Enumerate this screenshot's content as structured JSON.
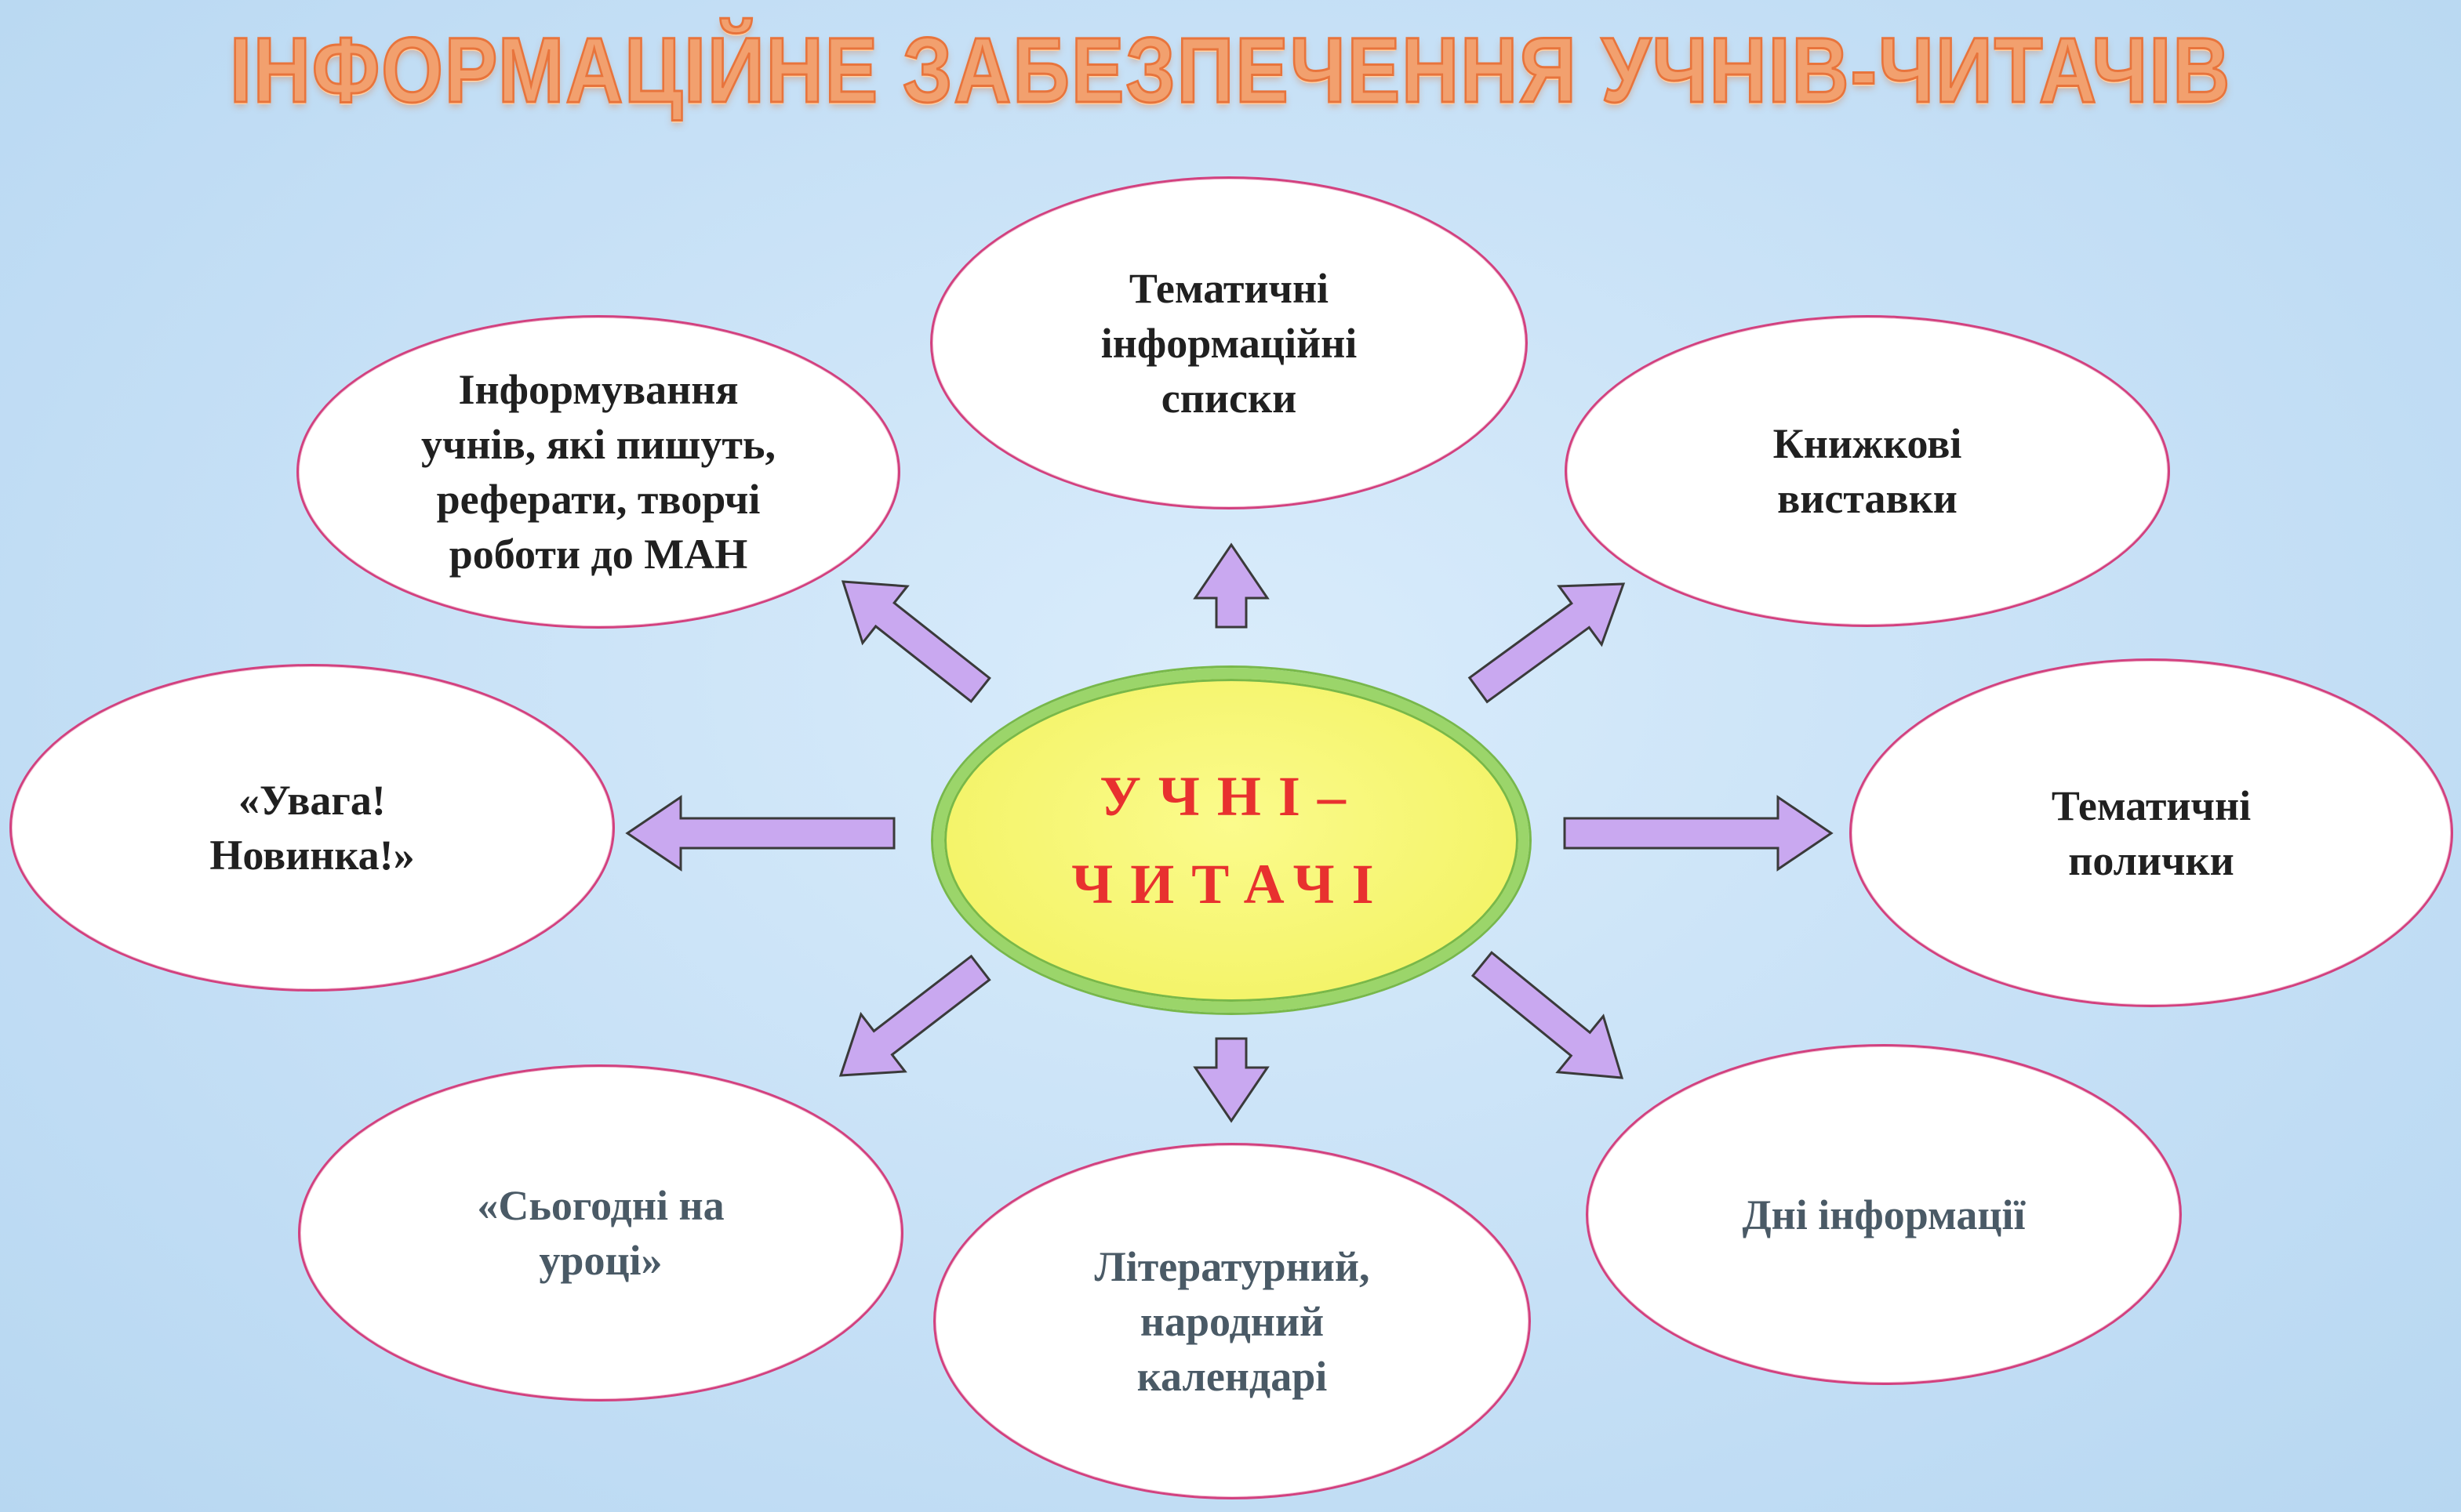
{
  "title": "ІНФОРМАЦІЙНЕ ЗАБЕЗПЕЧЕННЯ УЧНІВ-ЧИТАЧІВ",
  "center": {
    "line1": "УЧНІ–",
    "line2": "ЧИТАЧІ"
  },
  "nodes": {
    "tematychni_spysky": "Тематичні\nінформаційні\nсписки",
    "informuvannia": "Інформування\nучнів, які пишуть,\nреферати, творчі\nроботи до МАН",
    "knyzhkovi_vystavky": "Книжкові\nвиставки",
    "uvaha_novynka": "«Увага!\nНовинка!»",
    "tematychni_polychky": "Тематичні\nполички",
    "sohodni_na_urotsi": "«Сьогодні на\nуроці»",
    "kalendari": "Літературний,\nнародний\nкалендарі",
    "dni_informatsii": "Дні інформації"
  },
  "colors": {
    "arrow_fill": "#c9a8f0",
    "arrow_stroke": "#3a3a3a",
    "node_border": "#d2417f",
    "center_fill": "#f4f46a",
    "center_ring": "#9bd56a",
    "center_text": "#e8312f",
    "title_fill": "#f2a06e"
  }
}
